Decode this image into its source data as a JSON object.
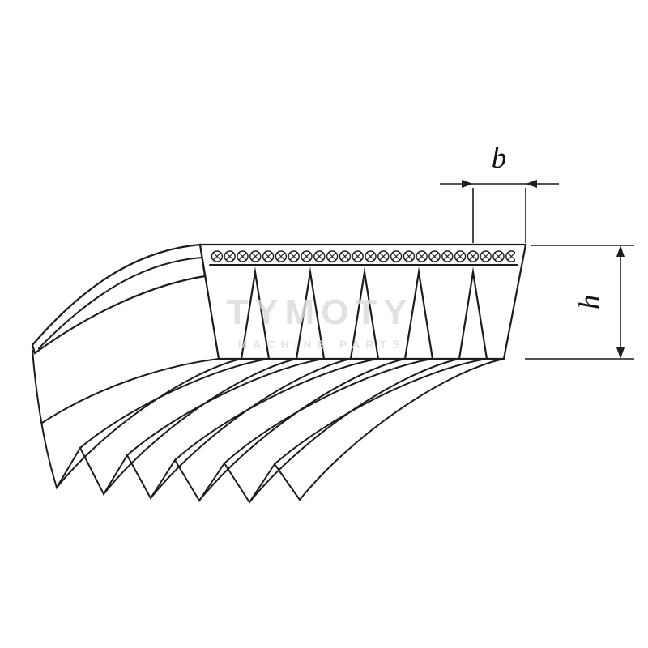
{
  "diagram": {
    "dimension_labels": {
      "b": "b",
      "h": "h"
    },
    "watermark": {
      "title": "TYMOTY",
      "subtitle": "MACHINE PARTS"
    },
    "colors": {
      "line": "#1c1c1c",
      "watermark": "#d7dbde",
      "background": "#ffffff"
    }
  }
}
